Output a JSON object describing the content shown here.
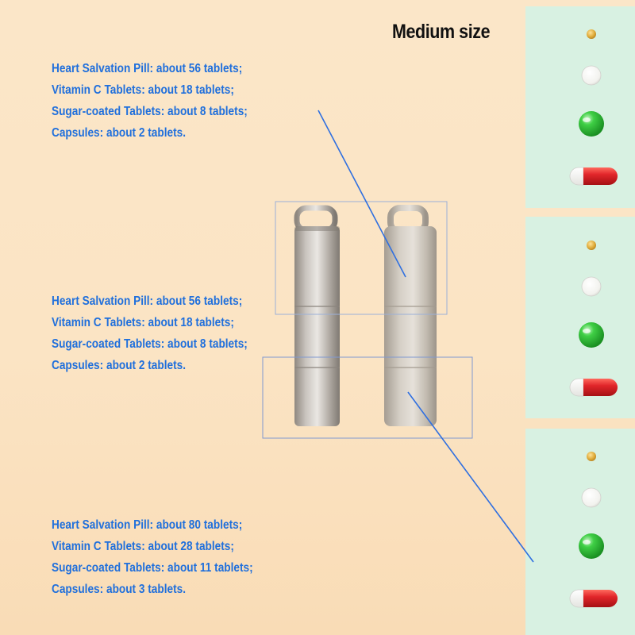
{
  "title": "Medium size",
  "sizes": [
    {
      "lines": [
        "Heart Salvation Pill: about 56 tablets;",
        "Vitamin C Tablets: about 18 tablets;",
        "Sugar-coated Tablets: about 8 tablets;",
        "Capsules: about 2 tablets."
      ]
    },
    {
      "lines": [
        "Heart Salvation Pill: about 56 tablets;",
        "Vitamin C Tablets: about 18 tablets;",
        "Sugar-coated Tablets: about 8 tablets;",
        "Capsules: about 2 tablets."
      ]
    },
    {
      "lines": [
        "Heart Salvation Pill: about 80 tablets;",
        "Vitamin C Tablets: about 28 tablets;",
        "Sugar-coated Tablets: about 11 tablets;",
        "Capsules: about 3 tablets."
      ]
    }
  ],
  "colors": {
    "text_blue": "#1f6fdc",
    "pointer_line": "#2f6fe0",
    "panel_bg": "#d8f1e2",
    "capsule_red": "#e1262a",
    "sugar_green": "#2fbf3a",
    "heart_pill": "#e0ad3c"
  },
  "icons": [
    "heart-pill-icon",
    "vitamin-c-tablet-icon",
    "sugar-coated-tablet-icon",
    "capsule-icon"
  ]
}
